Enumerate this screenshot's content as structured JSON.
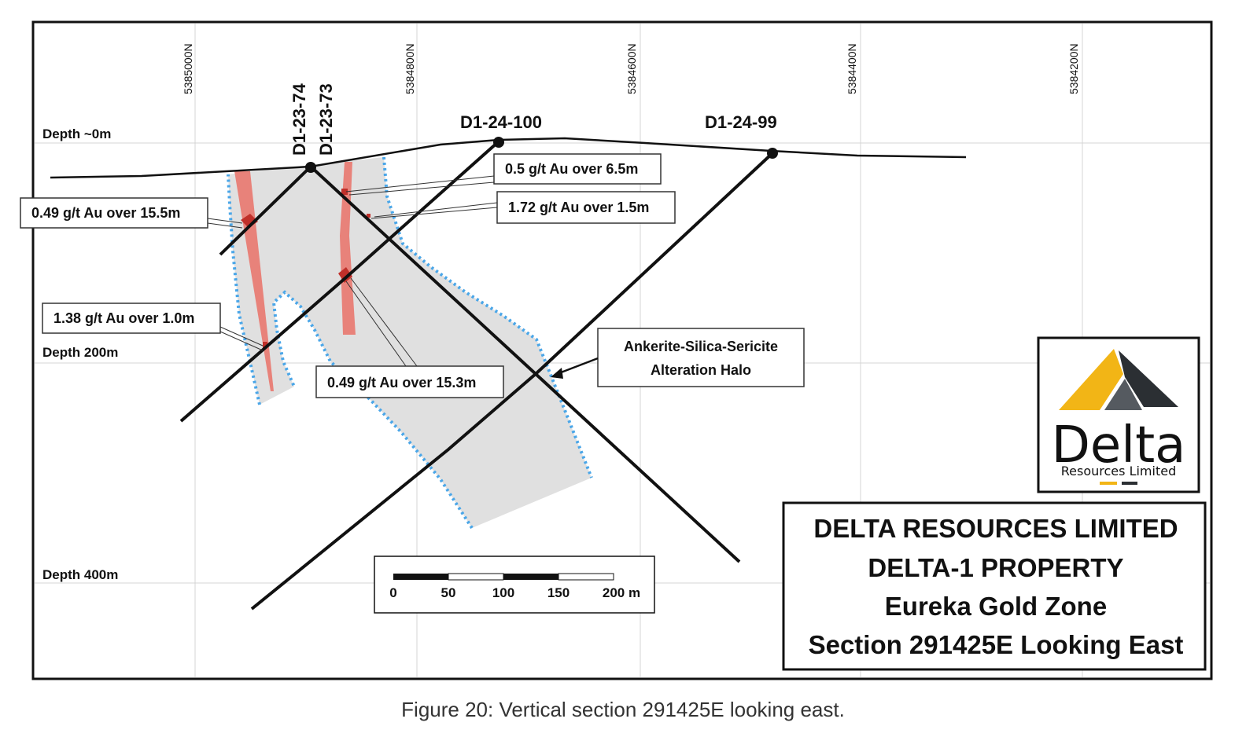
{
  "northings": [
    "5385000N",
    "5384800N",
    "5384600N",
    "5384400N",
    "5384200N"
  ],
  "depth_labels": [
    "Depth ~0m",
    "Depth 200m",
    "Depth 400m"
  ],
  "drill_holes": [
    "D1-23-74",
    "D1-23-73",
    "D1-24-100",
    "D1-24-99"
  ],
  "intercepts": [
    "0.5 g/t Au over 6.5m",
    "1.72 g/t Au over 1.5m",
    "0.49 g/t Au over 15.5m",
    "1.38 g/t Au over 1.0m",
    "0.49 g/t Au over 15.3m"
  ],
  "alteration_label": [
    "Ankerite-Silica-Sericite",
    "Alteration Halo"
  ],
  "logo": {
    "word": "Delta",
    "tagline": "Resources Limited",
    "colors": {
      "gold": "#f2b516",
      "dark": "#2b2f33"
    }
  },
  "title_block": [
    "DELTA RESOURCES LIMITED",
    "DELTA-1 PROPERTY",
    "Eureka Gold Zone",
    "Section 291425E Looking East"
  ],
  "scale_bar": {
    "ticks": [
      "0",
      "50",
      "100",
      "150",
      "200 m"
    ]
  },
  "caption": "Figure 20: Vertical section 291425E looking east.",
  "colors": {
    "halo_fill": "#e0e0e0",
    "halo_border": "#4aa6e8",
    "vein": "#e8827a",
    "intercept": "#c0302a"
  }
}
